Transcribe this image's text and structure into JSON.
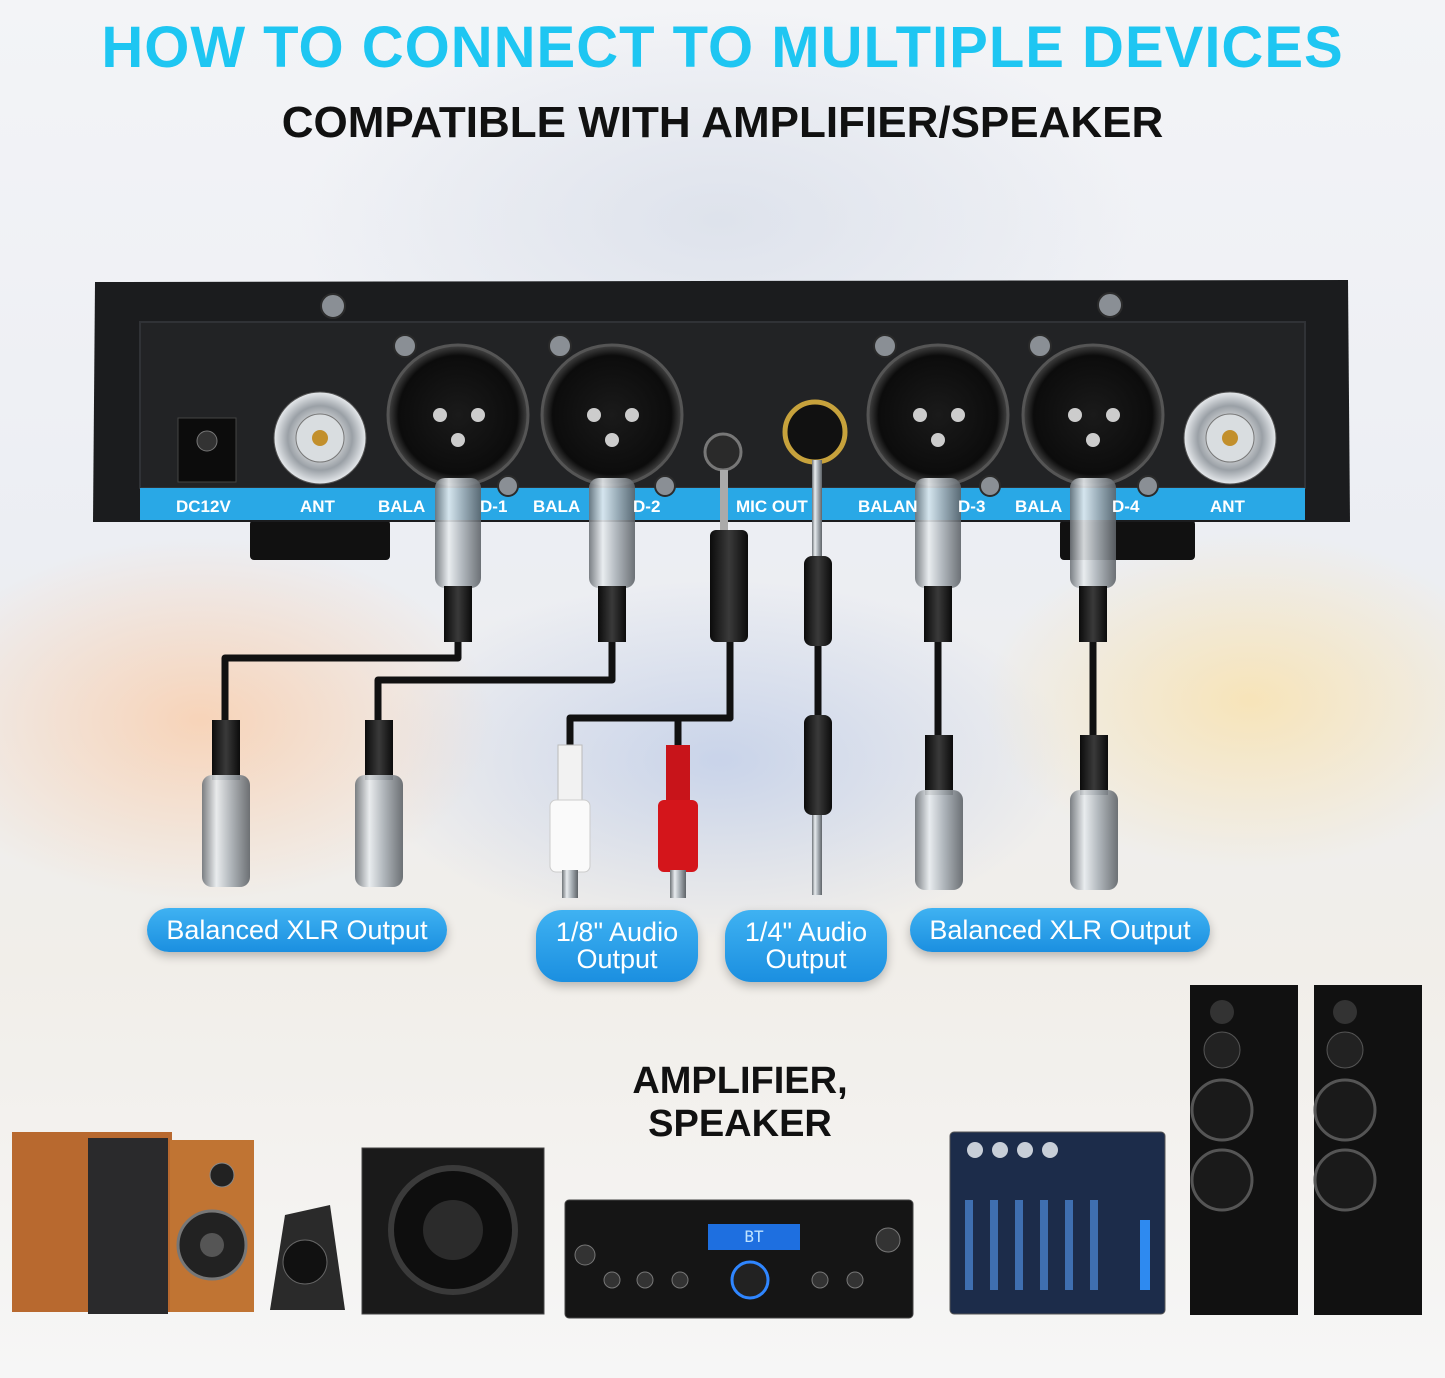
{
  "header": {
    "title": "HOW TO CONNECT TO MULTIPLE DEVICES",
    "subtitle": "COMPATIBLE WITH AMPLIFIER/SPEAKER"
  },
  "panel": {
    "labels": [
      "DC12V",
      "ANT",
      "BALA",
      "D-1",
      "BALA",
      "D-2",
      "MIC OUT",
      "BALAN",
      "D-3",
      "BALA",
      "D-4",
      "ANT"
    ]
  },
  "outputs": [
    {
      "label": "Balanced XLR Output"
    },
    {
      "label": "1/8\" Audio\nOutput"
    },
    {
      "label": "1/4\" Audio\nOutput"
    },
    {
      "label": "Balanced XLR Output"
    }
  ],
  "devices": {
    "heading": "AMPLIFIER, SPEAKER",
    "amp_display": "BT"
  },
  "colors": {
    "title": "#1ec6f2",
    "pill": "#2a9fea",
    "panel_strip": "#29a8e6"
  }
}
